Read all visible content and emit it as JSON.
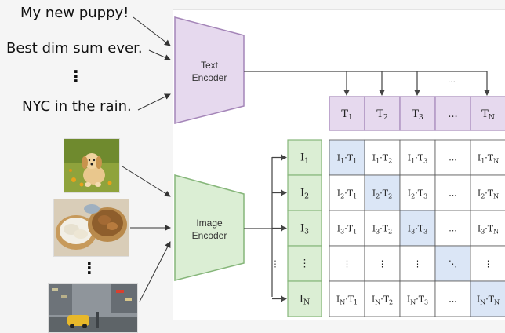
{
  "captions": [
    "My new puppy!",
    "Best dim sum ever.",
    "NYC in the rain."
  ],
  "text_encoder": {
    "line1": "Text",
    "line2": "Encoder"
  },
  "image_encoder": {
    "line1": "Image",
    "line2": "Encoder"
  },
  "text_tokens": [
    {
      "base": "T",
      "sub": "1"
    },
    {
      "base": "T",
      "sub": "2"
    },
    {
      "base": "T",
      "sub": "3"
    },
    {
      "base": "...",
      "sub": ""
    },
    {
      "base": "T",
      "sub": "N"
    }
  ],
  "image_tokens": [
    {
      "base": "I",
      "sub": "1"
    },
    {
      "base": "I",
      "sub": "2"
    },
    {
      "base": "I",
      "sub": "3"
    },
    {
      "base": "⋮",
      "sub": ""
    },
    {
      "base": "I",
      "sub": "N"
    }
  ],
  "top_ellipsis": "...",
  "colors": {
    "text_encoder_fill": "#e6d9ee",
    "text_encoder_stroke": "#a485b8",
    "image_encoder_fill": "#dbeed4",
    "image_encoder_stroke": "#86b67a",
    "diag_fill": "#dbe6f6",
    "grid_stroke": "#555555"
  }
}
